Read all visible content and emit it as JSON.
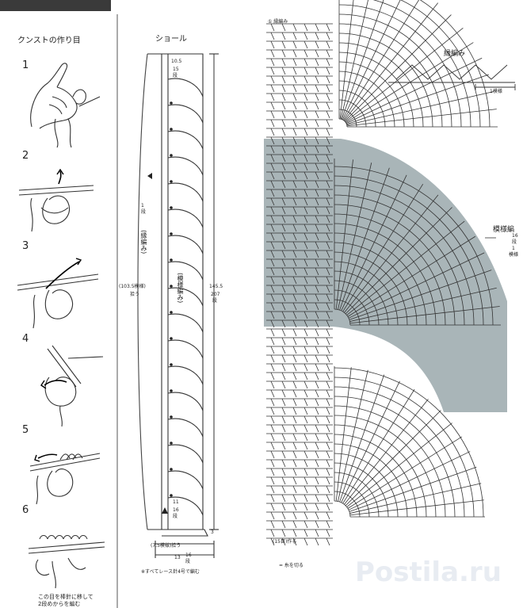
{
  "steps": {
    "heading": "クンストの作り目",
    "numbers": [
      "1",
      "2",
      "3",
      "4",
      "5",
      "6"
    ],
    "note_line1": "この目を棒針に移して",
    "note_line2": "2段めからを編む"
  },
  "shawl": {
    "title": "ショール",
    "top_dims": [
      "10.5",
      "15",
      "段"
    ],
    "bottom_dims": [
      "11",
      "16",
      "段"
    ],
    "edge_label": "(縁編み)",
    "edge_rows": [
      "1",
      "段"
    ],
    "pattern_label": "(模様編み)",
    "width_label": "(103.5模様)",
    "width_label2": "拾う",
    "height_dims": [
      "145.5",
      "207",
      "段"
    ],
    "cast_on": "(7.5模様)拾う",
    "bottom_width": [
      "13",
      "16",
      "段"
    ],
    "edge3": "3",
    "needle_note": "※すべてレース針4号で編む"
  },
  "chart": {
    "row_marker": "① 縁編み",
    "edge_title": "縁編み",
    "edge_repeat": "1模様",
    "pattern_title": "模様編",
    "pattern_rows": [
      "16",
      "段",
      "1",
      "模様"
    ],
    "start_label": "(15目)作る",
    "legend": "= 糸を切る"
  },
  "watermark": "Postila.ru"
}
